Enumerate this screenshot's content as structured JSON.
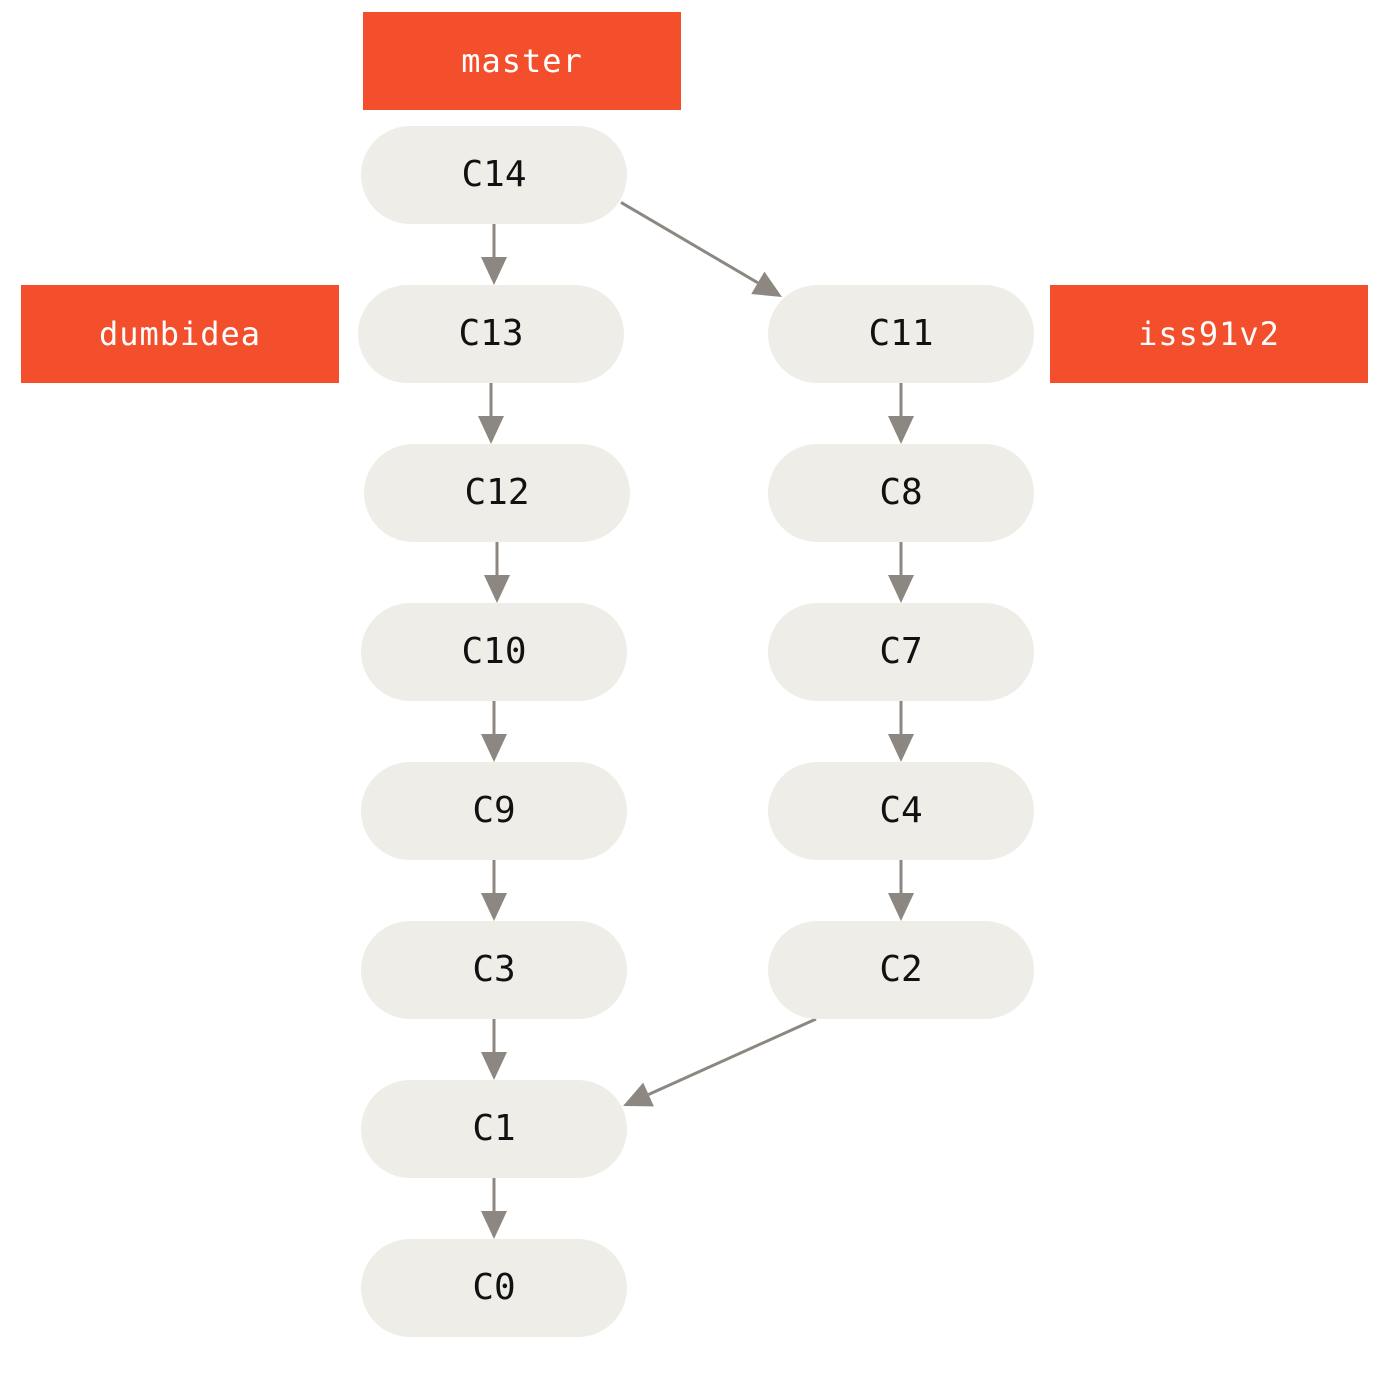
{
  "colors": {
    "branch_fill": "#f34f2c",
    "commit_fill": "#eeede8",
    "arrow": "#8c8780"
  },
  "branches": {
    "master": "master",
    "dumbidea": "dumbidea",
    "iss91v2": "iss91v2"
  },
  "commits": {
    "c14": "C14",
    "c13": "C13",
    "c12": "C12",
    "c10": "C10",
    "c9": "C9",
    "c3": "C3",
    "c1": "C1",
    "c0": "C0",
    "c11": "C11",
    "c8": "C8",
    "c7": "C7",
    "c4": "C4",
    "c2": "C2"
  },
  "edges": [
    [
      "c14",
      "c13"
    ],
    [
      "c14",
      "c11"
    ],
    [
      "c13",
      "c12"
    ],
    [
      "c12",
      "c10"
    ],
    [
      "c10",
      "c9"
    ],
    [
      "c9",
      "c3"
    ],
    [
      "c3",
      "c1"
    ],
    [
      "c1",
      "c0"
    ],
    [
      "c11",
      "c8"
    ],
    [
      "c8",
      "c7"
    ],
    [
      "c7",
      "c4"
    ],
    [
      "c4",
      "c2"
    ],
    [
      "c2",
      "c1"
    ]
  ]
}
